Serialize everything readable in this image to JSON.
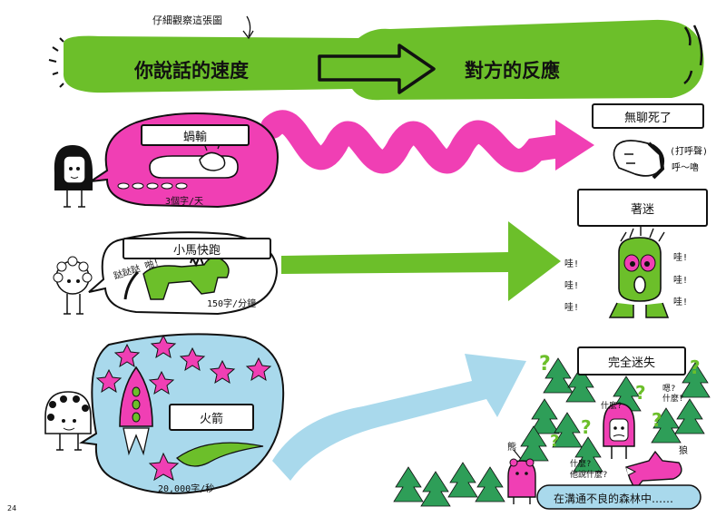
{
  "colors": {
    "green": "#6cbf2a",
    "pink": "#f03fb4",
    "blue": "#a9d9ec",
    "dark": "#111111",
    "tree": "#2e9e58"
  },
  "header": {
    "instruction": "仔細觀察這張圖",
    "left_label": "你說話的速度",
    "right_label": "對方的反應"
  },
  "rows": [
    {
      "speed_label": "蝸輸",
      "rate": "3個字/天",
      "reaction": "無聊死了",
      "reaction_note": "(打呼聲)",
      "snore": "呼～嚕"
    },
    {
      "speed_label": "小馬快跑",
      "rate": "150字/分鐘",
      "horse_sound": "跶跶跶 啪!",
      "reaction": "著迷",
      "wows": [
        "哇!",
        "哇!",
        "哇!",
        "哇!",
        "哇!",
        "哇!"
      ]
    },
    {
      "speed_label": "火箭",
      "rate": "20,000字/秒",
      "reaction": "完全迷失",
      "forest_caption": "在溝通不良的森林中……",
      "questions": [
        "嗯?\n什麼?",
        "什麼?",
        "什麼?\n他說什麼?"
      ],
      "bear_label": "熊",
      "wolf_label": "狼"
    }
  ],
  "page_number": "24"
}
